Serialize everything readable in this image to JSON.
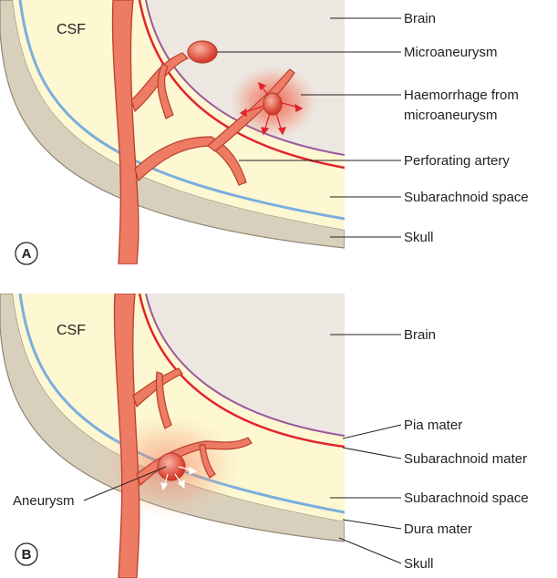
{
  "panels": [
    {
      "id": "A",
      "label": "A",
      "csf": "CSF",
      "annotations": [
        {
          "key": "brain",
          "text": "Brain"
        },
        {
          "key": "microaneurysm",
          "text": "Microaneurysm"
        },
        {
          "key": "haemorrhage_1",
          "text": "Haemorrhage from"
        },
        {
          "key": "haemorrhage_2",
          "text": "microaneurysm"
        },
        {
          "key": "perforating",
          "text": "Perforating artery"
        },
        {
          "key": "subarachnoid_space",
          "text": "Subarachnoid space"
        },
        {
          "key": "skull",
          "text": "Skull"
        }
      ]
    },
    {
      "id": "B",
      "label": "B",
      "csf": "CSF",
      "annotations": [
        {
          "key": "brain",
          "text": "Brain"
        },
        {
          "key": "pia",
          "text": "Pia mater"
        },
        {
          "key": "subarachnoid_mater",
          "text": "Subarachnoid mater"
        },
        {
          "key": "subarachnoid_space",
          "text": "Subarachnoid space"
        },
        {
          "key": "dura",
          "text": "Dura mater"
        },
        {
          "key": "skull",
          "text": "Skull"
        },
        {
          "key": "aneurysm",
          "text": "Aneurysm"
        }
      ]
    }
  ],
  "colors": {
    "brain": "#ece7e1",
    "csf_space": "#fdf7d2",
    "skull": "#d8d0bd",
    "skull_edge": "#8f8571",
    "dura": "#7aaede",
    "arachnoid": "#e2242b",
    "pia": "#9a5a9c",
    "artery": "#ee7b63",
    "artery_edge": "#b8402c",
    "aneurysm": "#e44a3a",
    "haemorrhage": "#f04a3a"
  }
}
